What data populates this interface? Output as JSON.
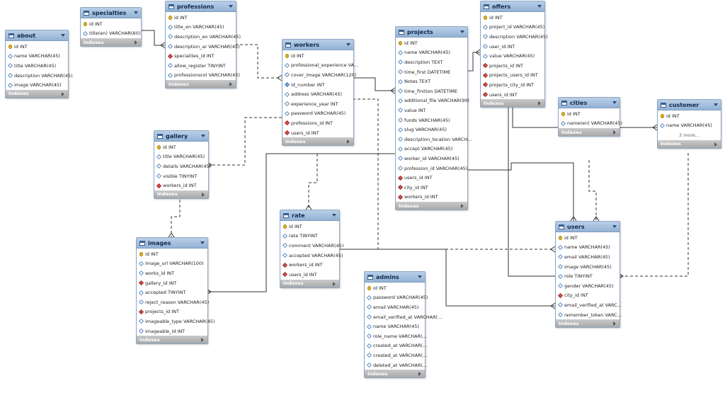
{
  "footer_label": "Indexes",
  "tables": [
    {
      "name": "about",
      "columns": [
        {
          "icon": "pk",
          "text": "id INT"
        },
        {
          "icon": "col",
          "text": "name VARCHAR(45)"
        },
        {
          "icon": "col",
          "text": "title VARCHAR(45)"
        },
        {
          "icon": "col",
          "text": "description VARCHAR(45)"
        },
        {
          "icon": "col",
          "text": "image VARCHAR(45)"
        }
      ]
    },
    {
      "name": "specialties",
      "columns": [
        {
          "icon": "pk",
          "text": "id INT"
        },
        {
          "icon": "col",
          "text": "title(en) VARCHAR(60)"
        }
      ]
    },
    {
      "name": "professions",
      "columns": [
        {
          "icon": "pk",
          "text": "id INT"
        },
        {
          "icon": "col",
          "text": "title_en VARCHAR(45)"
        },
        {
          "icon": "col",
          "text": "description_en VARCHAR(45)"
        },
        {
          "icon": "col",
          "text": "description_ar VARCHAR(45)"
        },
        {
          "icon": "fk",
          "text": "specialites_id INT"
        },
        {
          "icon": "col",
          "text": "allow_register TINYINT"
        },
        {
          "icon": "col",
          "text": "professionscol VARCHAR(45)"
        }
      ]
    },
    {
      "name": "workers",
      "columns": [
        {
          "icon": "pk",
          "text": "id INT"
        },
        {
          "icon": "col",
          "text": "professional_experience VA..."
        },
        {
          "icon": "col",
          "text": "cover_image VARCHAR(120)"
        },
        {
          "icon": "colfill",
          "text": "id_number INT"
        },
        {
          "icon": "col",
          "text": "address VARCHAR(45)"
        },
        {
          "icon": "col",
          "text": "experience_year INT"
        },
        {
          "icon": "col",
          "text": "password VARCHAR(45)"
        },
        {
          "icon": "fk",
          "text": "professions_id INT"
        },
        {
          "icon": "fk",
          "text": "users_id INT"
        }
      ]
    },
    {
      "name": "projects",
      "columns": [
        {
          "icon": "pk",
          "text": "id INT"
        },
        {
          "icon": "col",
          "text": "name VARCHAR(45)"
        },
        {
          "icon": "col",
          "text": "description TEXT"
        },
        {
          "icon": "col",
          "text": "time_first DATETIME"
        },
        {
          "icon": "col",
          "text": "Notes TEXT"
        },
        {
          "icon": "col",
          "text": "time_finition DATETIME"
        },
        {
          "icon": "col",
          "text": "additional_file VARCHAR(90)"
        },
        {
          "icon": "col",
          "text": "value INT"
        },
        {
          "icon": "col",
          "text": "funds VARCHAR(45)"
        },
        {
          "icon": "col",
          "text": "slug VARCHAR(45)"
        },
        {
          "icon": "col",
          "text": "description_location VARCH..."
        },
        {
          "icon": "col",
          "text": "accept VARCHAR(45)"
        },
        {
          "icon": "col",
          "text": "worker_id VARCHAR(45)"
        },
        {
          "icon": "col",
          "text": "profession_id VARCHAR(45)"
        },
        {
          "icon": "fk",
          "text": "users_id INT"
        },
        {
          "icon": "fk",
          "text": "city_id INT"
        },
        {
          "icon": "fk",
          "text": "workers_id INT"
        }
      ]
    },
    {
      "name": "offers",
      "columns": [
        {
          "icon": "pk",
          "text": "id INT"
        },
        {
          "icon": "col",
          "text": "project_id VARCHAR(45)"
        },
        {
          "icon": "col",
          "text": "description VARCHAR(45)"
        },
        {
          "icon": "col",
          "text": "user_id INT"
        },
        {
          "icon": "col",
          "text": "value VARCHAR(45)"
        },
        {
          "icon": "fk",
          "text": "projects_id INT"
        },
        {
          "icon": "fk",
          "text": "projects_users_id INT"
        },
        {
          "icon": "fk",
          "text": "projects_city_id INT"
        },
        {
          "icon": "fk",
          "text": "users_id INT"
        }
      ]
    },
    {
      "name": "cities",
      "columns": [
        {
          "icon": "pk",
          "text": "id INT"
        },
        {
          "icon": "col",
          "text": "name(en) VARCHAR(45)"
        }
      ]
    },
    {
      "name": "customer",
      "columns": [
        {
          "icon": "pk",
          "text": "id INT"
        },
        {
          "icon": "col",
          "text": "name VARCHAR(45)"
        },
        {
          "icon": "more",
          "text": "3 more..."
        }
      ]
    },
    {
      "name": "gallery",
      "columns": [
        {
          "icon": "pk",
          "text": "id INT"
        },
        {
          "icon": "col",
          "text": "title VARCHAR(45)"
        },
        {
          "icon": "col",
          "text": "details VARCHAR(45)"
        },
        {
          "icon": "col",
          "text": "visible TINYINT"
        },
        {
          "icon": "fk",
          "text": "workers_id INT"
        }
      ]
    },
    {
      "name": "rate",
      "columns": [
        {
          "icon": "pk",
          "text": "id INT"
        },
        {
          "icon": "col",
          "text": "rate TINYINT"
        },
        {
          "icon": "col",
          "text": "comment VARCHAR(45)"
        },
        {
          "icon": "col",
          "text": "accepted VARCHAR(45)"
        },
        {
          "icon": "fk",
          "text": "workers_id INT"
        },
        {
          "icon": "fk",
          "text": "users_id INT"
        }
      ]
    },
    {
      "name": "images",
      "columns": [
        {
          "icon": "pk",
          "text": "id INT"
        },
        {
          "icon": "col",
          "text": "image_url VARCHAR(100)"
        },
        {
          "icon": "col",
          "text": "works_id INT"
        },
        {
          "icon": "fk",
          "text": "gallery_id INT"
        },
        {
          "icon": "col",
          "text": "accepted TINYINT"
        },
        {
          "icon": "col",
          "text": "reject_reason VARCHAR(45)"
        },
        {
          "icon": "fk",
          "text": "projects_id INT"
        },
        {
          "icon": "col",
          "text": "imageable_type VARCHAR(45)"
        },
        {
          "icon": "col",
          "text": "imageable_id INT"
        }
      ]
    },
    {
      "name": "admins",
      "columns": [
        {
          "icon": "pk",
          "text": "id INT"
        },
        {
          "icon": "col",
          "text": "password VARCHAR(45)"
        },
        {
          "icon": "col",
          "text": "email VARCHAR(45)"
        },
        {
          "icon": "col",
          "text": "email_verified_at VARCHAR(..."
        },
        {
          "icon": "col",
          "text": "name VARCHAR(45)"
        },
        {
          "icon": "col",
          "text": "role_name VARCHAR(..."
        },
        {
          "icon": "col",
          "text": "created_at VARCHAR(..."
        },
        {
          "icon": "col",
          "text": "created_at VARCHAR(..."
        },
        {
          "icon": "col",
          "text": "deleted_at VARCHAR(..."
        }
      ]
    },
    {
      "name": "users",
      "columns": [
        {
          "icon": "pk",
          "text": "id INT"
        },
        {
          "icon": "col",
          "text": "name VARCHAR(45)"
        },
        {
          "icon": "col",
          "text": "email VARCHAR(45)"
        },
        {
          "icon": "col",
          "text": "image VARCHAR(45)"
        },
        {
          "icon": "col",
          "text": "role TINYINT"
        },
        {
          "icon": "col",
          "text": "gender VARCHAR(45)"
        },
        {
          "icon": "fk",
          "text": "city_id INT"
        },
        {
          "icon": "col",
          "text": "email_verified_at VARC..."
        },
        {
          "icon": "col",
          "text": "remember_token VARC..."
        }
      ]
    }
  ]
}
